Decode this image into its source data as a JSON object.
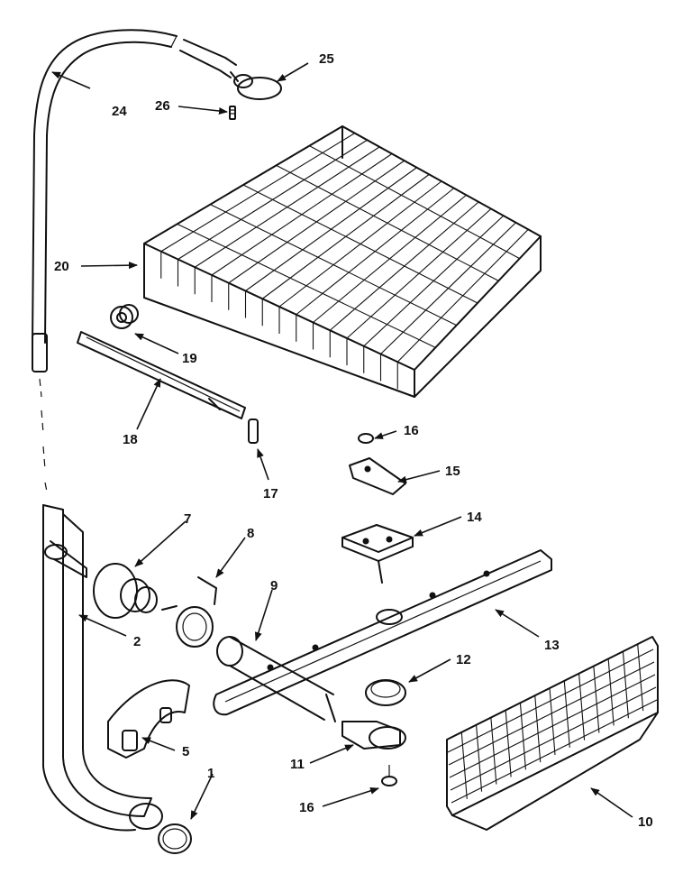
{
  "callouts": {
    "c1": "1",
    "c2": "2",
    "c5": "5",
    "c7": "7",
    "c8": "8",
    "c9": "9",
    "c10": "10",
    "c11": "11",
    "c12": "12",
    "c13": "13",
    "c14": "14",
    "c15": "15",
    "c16a": "16",
    "c16b": "16",
    "c17": "17",
    "c18": "18",
    "c19": "19",
    "c20": "20",
    "c24": "24",
    "c25": "25",
    "c26": "26"
  }
}
